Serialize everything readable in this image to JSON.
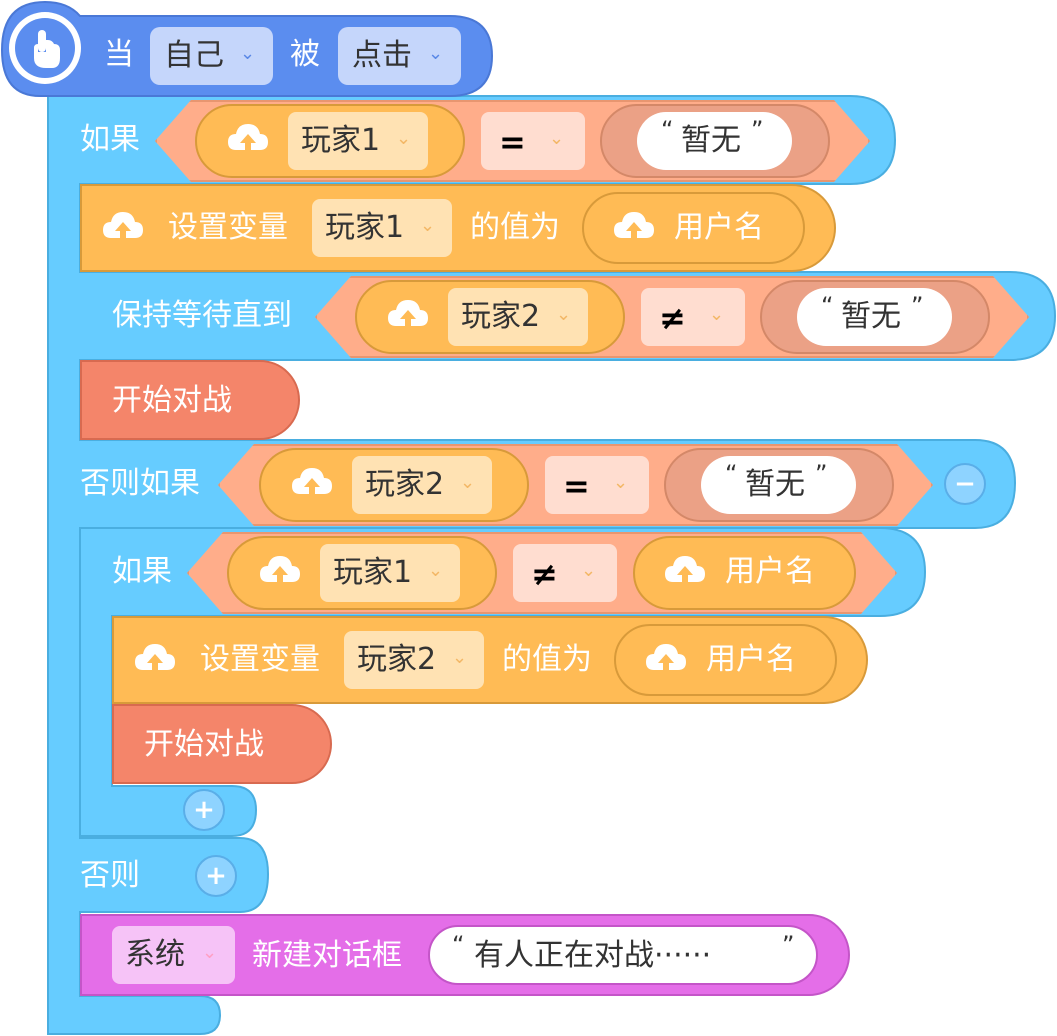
{
  "hat": {
    "when": "当",
    "subject": "自己",
    "verb": "被",
    "event": "点击"
  },
  "if1": {
    "label": "如果",
    "cond": {
      "var": "玩家1",
      "op": "=",
      "value": "暂无"
    },
    "set": {
      "label": "设置变量",
      "var": "玩家1",
      "mid": "的值为",
      "value": "用户名"
    },
    "wait": {
      "label": "保持等待直到",
      "var": "玩家2",
      "op": "≠",
      "value": "暂无"
    },
    "start": "开始对战"
  },
  "elif": {
    "label": "否则如果",
    "cond": {
      "var": "玩家2",
      "op": "=",
      "value": "暂无"
    },
    "minus": "−",
    "inner_if": {
      "label": "如果",
      "cond": {
        "var": "玩家1",
        "op": "≠",
        "value": "用户名"
      },
      "set": {
        "label": "设置变量",
        "var": "玩家2",
        "mid": "的值为",
        "value": "用户名"
      },
      "start": "开始对战",
      "plus": "+"
    }
  },
  "else": {
    "label": "否则",
    "plus": "+"
  },
  "dialog": {
    "target": "系统",
    "label": "新建对话框",
    "text": "有人正在对战······"
  },
  "colors": {
    "event": "#5b8def",
    "control": "#66ccff",
    "variable": "#ffbb55",
    "operator": "#ffad8a",
    "action": "#f4856a",
    "dialog": "#e46ee8"
  }
}
